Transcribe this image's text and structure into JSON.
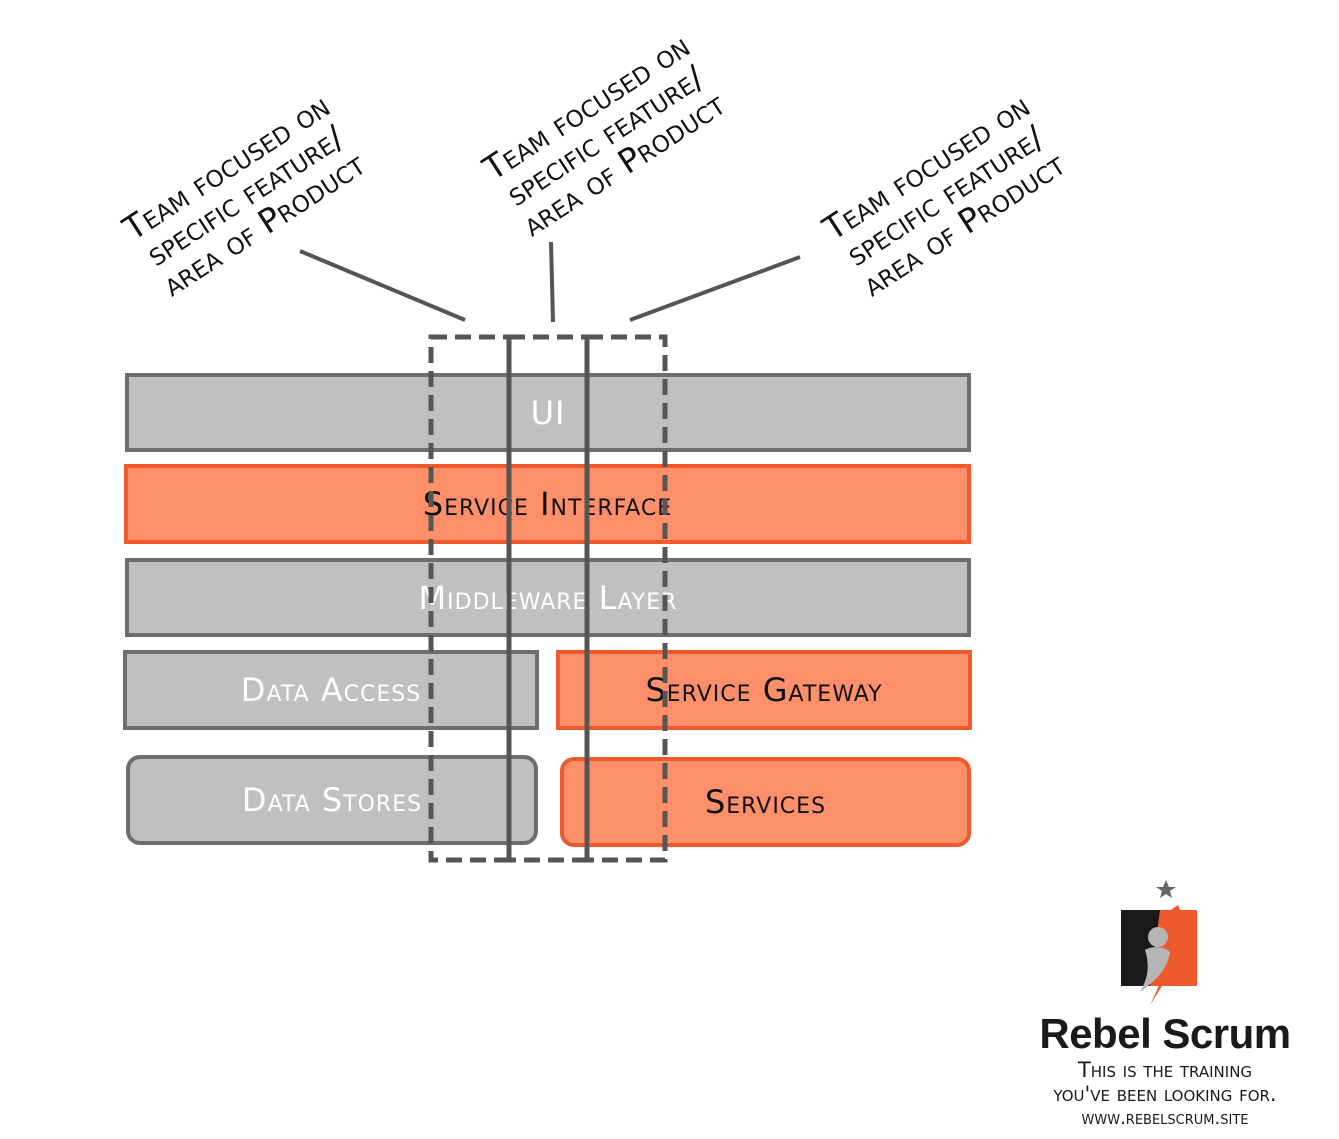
{
  "callouts": [
    {
      "lines": [
        "Team focused on",
        "specific feature/",
        "area of Product"
      ]
    },
    {
      "lines": [
        "Team focused on",
        "specific feature/",
        "area of Product"
      ]
    },
    {
      "lines": [
        "Team focused on",
        "specific feature/",
        "area of Product"
      ]
    }
  ],
  "layers": {
    "ui": "UI",
    "service_interface": "Service Interface",
    "middleware": "Middleware Layer",
    "data_access": "Data Access",
    "service_gateway": "Service Gateway",
    "data_stores": "Data Stores",
    "services": "Services"
  },
  "brand": {
    "name": "Rebel Scrum",
    "tagline_1": "This is the training",
    "tagline_2": "you've been looking for.",
    "url": "www.rebelscrum.site"
  },
  "colors": {
    "gray_fill": "#c0c0c0",
    "gray_border": "#6e6e6e",
    "orange_fill": "#fd8f6b",
    "orange_border": "#ee5a2c",
    "dashed": "#555555"
  }
}
